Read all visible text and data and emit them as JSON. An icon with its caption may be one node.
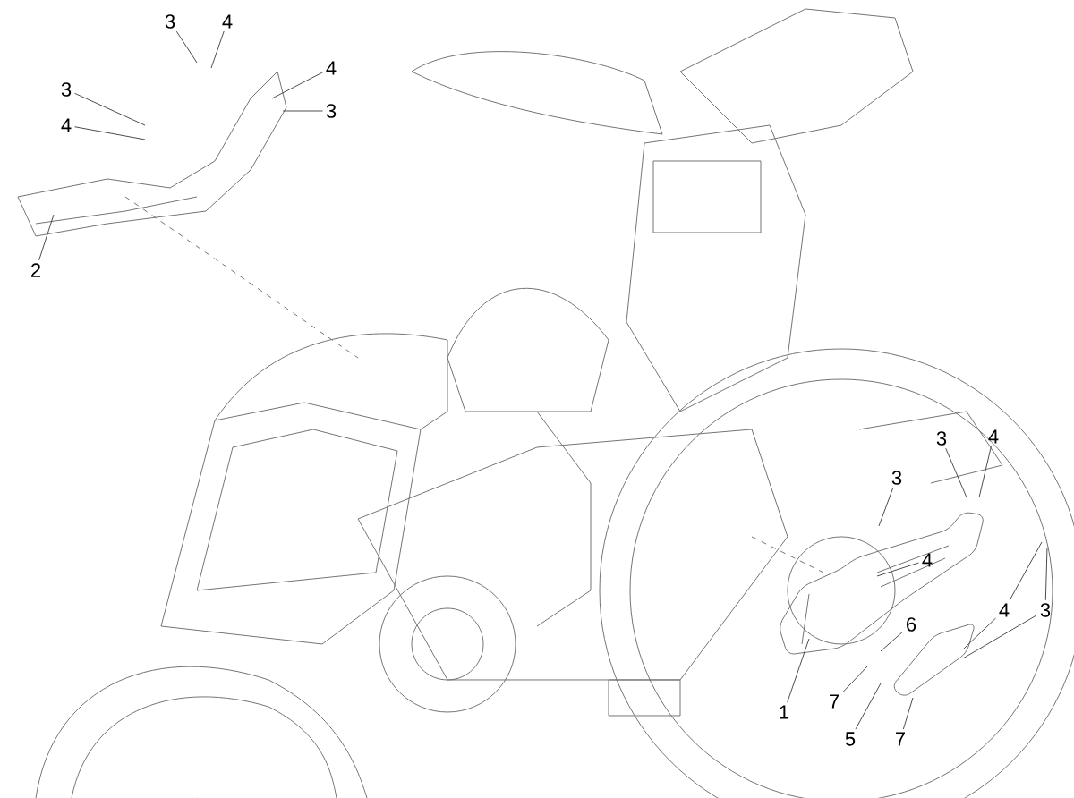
{
  "diagram": {
    "nodes": [
      {
        "text": [
          "3"
        ]
      },
      {
        "text": [
          "4"
        ]
      },
      {
        "text": [
          "4"
        ]
      },
      {
        "text": [
          "3"
        ]
      },
      {
        "text": [
          "3"
        ]
      },
      {
        "text": [
          "4"
        ]
      },
      {
        "text": [
          "2"
        ]
      },
      {
        "text": [
          "4"
        ]
      },
      {
        "text": [
          "3"
        ]
      },
      {
        "text": [
          "3"
        ]
      },
      {
        "text": [
          "4"
        ]
      },
      {
        "text": [
          "4"
        ]
      },
      {
        "text": [
          "3"
        ]
      },
      {
        "text": [
          "6"
        ]
      },
      {
        "text": [
          "7"
        ]
      },
      {
        "text": [
          "1"
        ]
      },
      {
        "text": [
          "5"
        ]
      },
      {
        "text": [
          "7"
        ]
      }
    ],
    "edges": [
      {
        "from": 0,
        "to": null,
        "arrow": "none"
      },
      {
        "from": 1,
        "to": null,
        "arrow": "none"
      },
      {
        "from": 2,
        "to": null,
        "arrow": "none"
      },
      {
        "from": 3,
        "to": null,
        "arrow": "none"
      },
      {
        "from": 4,
        "to": null,
        "arrow": "none"
      },
      {
        "from": 5,
        "to": null,
        "arrow": "none"
      },
      {
        "from": 6,
        "to": null,
        "arrow": "none"
      },
      {
        "from": 7,
        "to": null,
        "arrow": "none"
      },
      {
        "from": 8,
        "to": null,
        "arrow": "none"
      },
      {
        "from": 9,
        "to": null,
        "arrow": "none"
      },
      {
        "from": 10,
        "to": null,
        "arrow": "none"
      },
      {
        "from": 11,
        "to": null,
        "arrow": "none"
      },
      {
        "from": 11,
        "to": null,
        "arrow": "none"
      },
      {
        "from": 12,
        "to": null,
        "arrow": "none"
      },
      {
        "from": 12,
        "to": null,
        "arrow": "none"
      },
      {
        "from": 13,
        "to": null,
        "arrow": "none"
      },
      {
        "from": 14,
        "to": null,
        "arrow": "none"
      },
      {
        "from": 15,
        "to": null,
        "arrow": "none"
      },
      {
        "from": 16,
        "to": null,
        "arrow": "none"
      },
      {
        "from": 17,
        "to": null,
        "arrow": "none"
      }
    ]
  }
}
